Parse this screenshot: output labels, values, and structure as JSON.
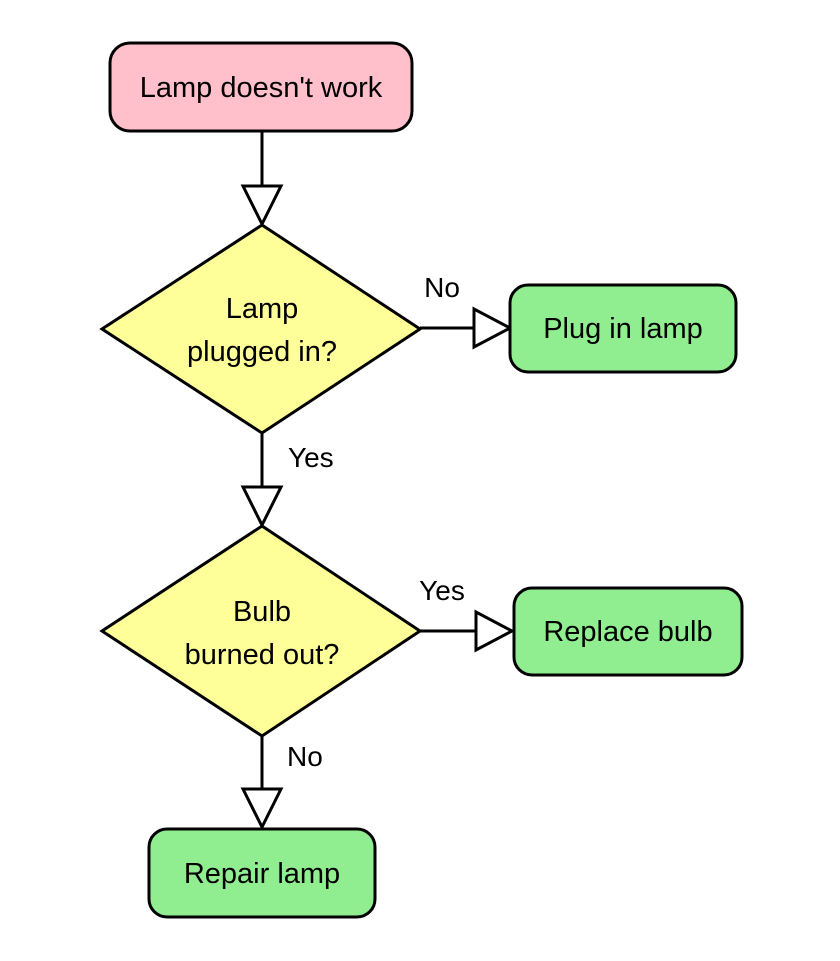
{
  "flowchart": {
    "start": {
      "label": "Lamp doesn't work",
      "color": "#ffc0cb"
    },
    "decision_plugged": {
      "line1": "Lamp",
      "line2": "plugged in?",
      "color": "#ffff99"
    },
    "action_plug": {
      "label": "Plug in lamp",
      "color": "#90ee90"
    },
    "decision_bulb": {
      "line1": "Bulb",
      "line2": "burned out?",
      "color": "#ffff99"
    },
    "action_replace": {
      "label": "Replace bulb",
      "color": "#90ee90"
    },
    "action_repair": {
      "label": "Repair lamp",
      "color": "#90ee90"
    },
    "edges": {
      "plugged_no": "No",
      "plugged_yes": "Yes",
      "bulb_yes": "Yes",
      "bulb_no": "No"
    }
  }
}
